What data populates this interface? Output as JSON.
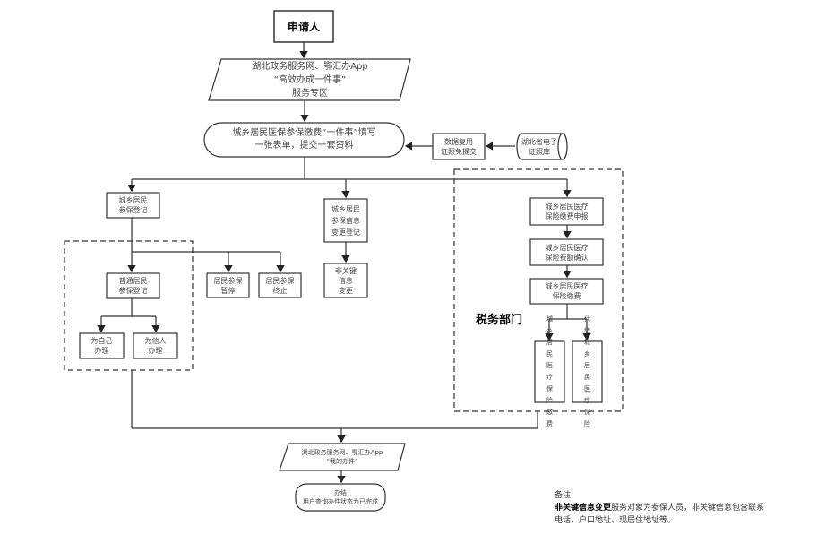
{
  "nodes": {
    "applicant": "申请人",
    "portal": "湖北政务服务网、鄂汇办App\n“高效办成一件事”\n服务专区",
    "form": "城乡居民医保参保缴费“一件事”填写\n一张表单，提交一套资料",
    "data_reuse": "数据复用\n证照免提交",
    "cert_db": "湖北省电子\n证照库",
    "register": "城乡居民\n参保登记",
    "info_change": "城乡居民\n参保信息\n变更登记",
    "non_key_change": "非关键\n信息\n变更",
    "normal_register": "普通居民\n参保登记",
    "self": "为自己\n办理",
    "others": "为他人\n办理",
    "suspend": "居民参保\n暂停",
    "terminate": "居民参保\n终止",
    "declare": "城乡居民医疗\n保险缴费申报",
    "confirm": "城乡居民医疗\n保险费额确认",
    "pay": "城乡居民医疗\n保险缴费",
    "pay_self": "城\n乡\n居\n民\n医\n疗\n保\n险\n缴\n费",
    "pay_proxy": "代\n缴\n城\n乡\n居\n民\n医\n疗\n保\n险",
    "tax_dept": "税务部门",
    "my_affairs": "湖北政务服务网、鄂汇办App\n“我的办件”",
    "done": "办结\n用户查询办件状态为已完成"
  },
  "notes": {
    "label": "备注:",
    "bold": "非关键信息变更",
    "text": "服务对象为参保人员，非关键信息包含联系电话、户口地址、现居住地址等。"
  }
}
